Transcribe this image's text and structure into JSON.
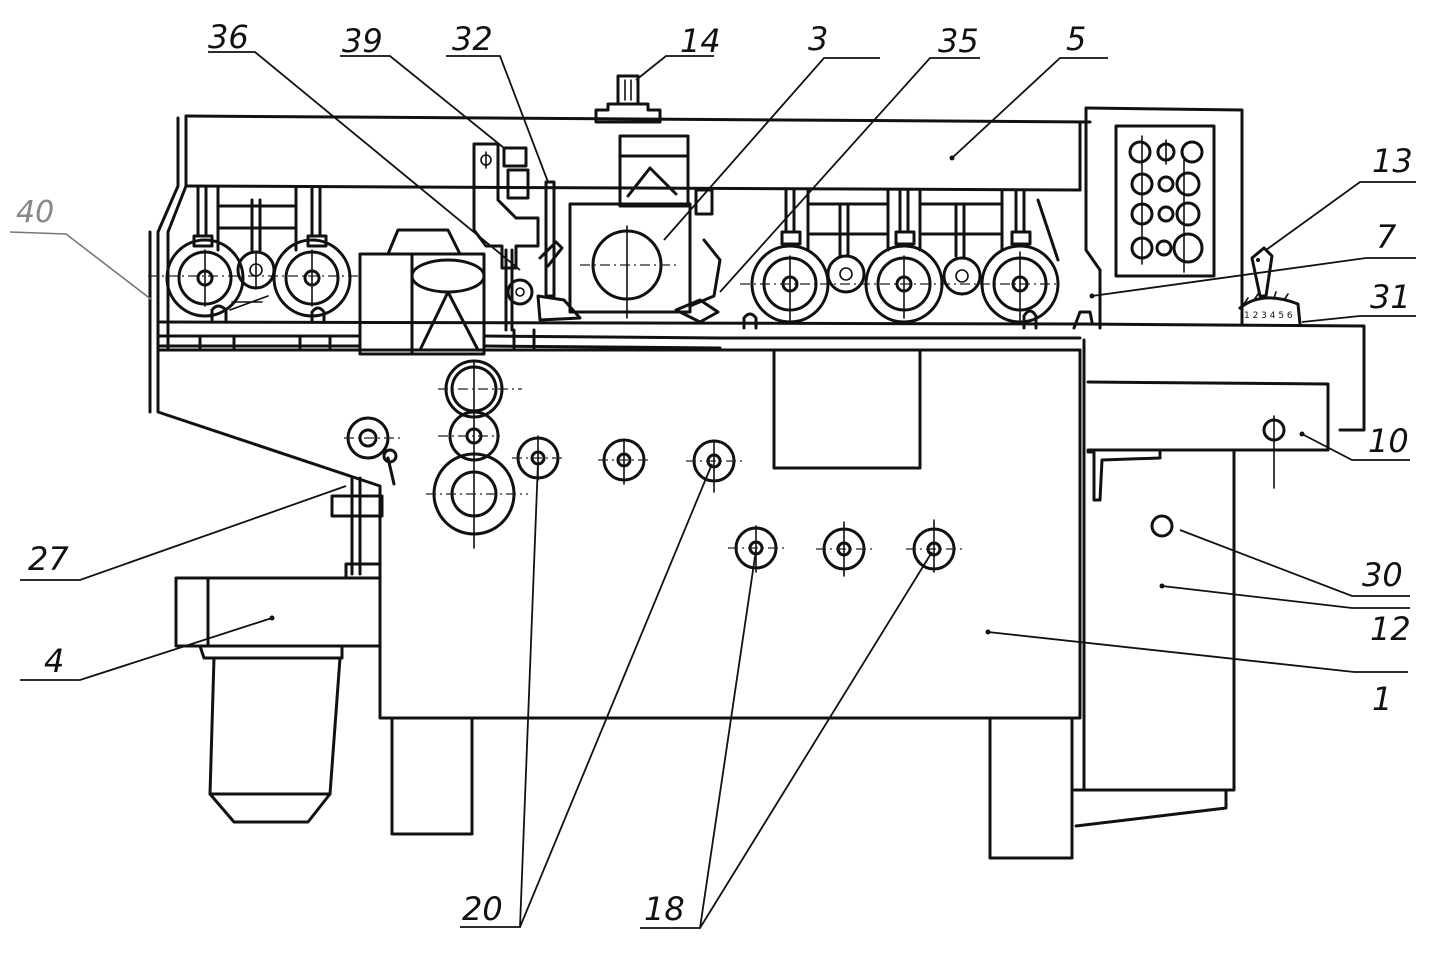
{
  "figure": {
    "subject": "Four-sided planer machine, front view",
    "style": "black-and-white technical line drawing with numbered callouts",
    "colors": {
      "ink": "#111111",
      "paper": "#ffffff",
      "faded_label": "#888888"
    }
  },
  "callouts": {
    "c36": "36",
    "c39": "39",
    "c32": "32",
    "c14": "14",
    "c3": "3",
    "c35": "35",
    "c5": "5",
    "c13": "13",
    "c7": "7",
    "c31": "31",
    "c40": "40",
    "c10": "10",
    "c27": "27",
    "c30": "30",
    "c12": "12",
    "c4": "4",
    "c1": "1",
    "c20": "20",
    "c18": "18"
  },
  "dial_scale": "1 2 3 4 5 6"
}
